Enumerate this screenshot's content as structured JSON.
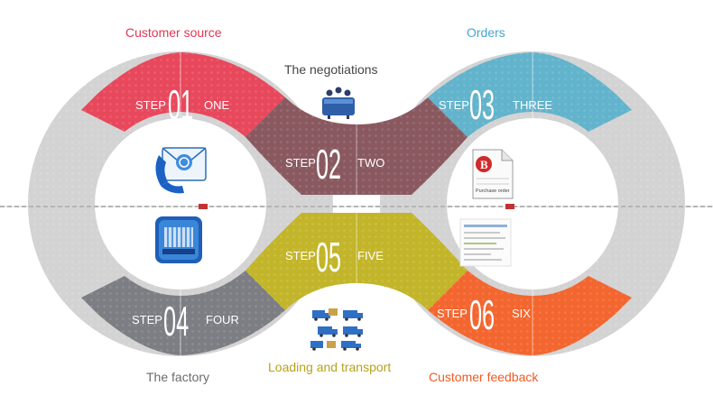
{
  "colors": {
    "step1": "#e8485c",
    "step2": "#8a5960",
    "step3": "#62b3cc",
    "step4": "#7c7e84",
    "step5": "#c3b52a",
    "step6": "#f3662f",
    "ring": "#d3d3d3",
    "label_red": "#e23553",
    "label_blue": "#46a7cf",
    "label_dark": "#454545",
    "label_gray": "#6b6b6b",
    "label_olive": "#b7a21c",
    "label_orange": "#ee5a22"
  },
  "labels": {
    "customer_source": "Customer source",
    "negotiations": "The negotiations",
    "orders": "Orders",
    "factory": "The factory",
    "loading": "Loading and transport",
    "feedback": "Customer feedback"
  },
  "steps": [
    {
      "word": "STEP",
      "num": "01",
      "name": "ONE"
    },
    {
      "word": "STEP",
      "num": "02",
      "name": "TWO"
    },
    {
      "word": "STEP",
      "num": "03",
      "name": "THREE"
    },
    {
      "word": "STEP",
      "num": "04",
      "name": "FOUR"
    },
    {
      "word": "STEP",
      "num": "05",
      "name": "FIVE"
    },
    {
      "word": "STEP",
      "num": "06",
      "name": "SIX"
    }
  ],
  "icons": {
    "contact": "phone-mail-icon",
    "meeting": "meeting-table-icon",
    "order_doc": "purchase-order-icon",
    "factory": "factory-icon",
    "trucks": "trucks-icon",
    "feedback_doc": "feedback-document-icon"
  },
  "order_doc_text": "Purchase order"
}
